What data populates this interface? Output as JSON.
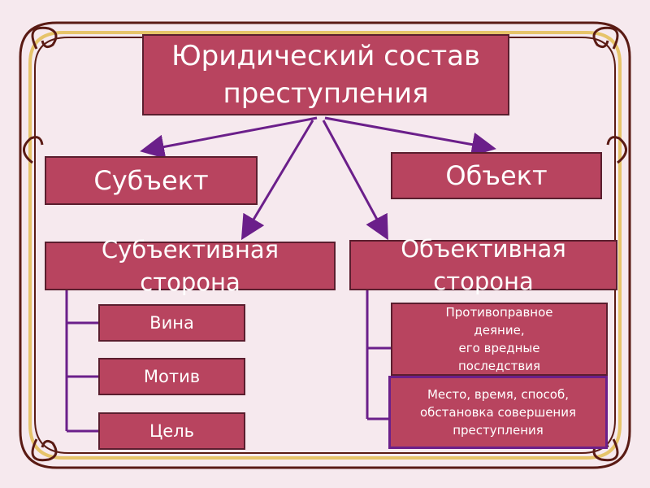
{
  "title": "Юридический состав\nпреступления",
  "subject": "Субъект",
  "object": "Объект",
  "subjective_side": "Субъективная\nсторона",
  "objective_side": "Объективная\nсторона",
  "subjective_items": [
    "Вина",
    "Мотив",
    "Цель"
  ],
  "objective_items": [
    "Противоправное\nдеяние,\nего вредные\nпоследствия",
    "Место, время, способ,\nобстановка совершения\nпреступления"
  ],
  "colors": {
    "background": "#f6e9ee",
    "box_fill": "#b8445f",
    "box_border": "#5a1e2e",
    "arrow": "#6b1f8a",
    "frame": "#5a1b14"
  }
}
